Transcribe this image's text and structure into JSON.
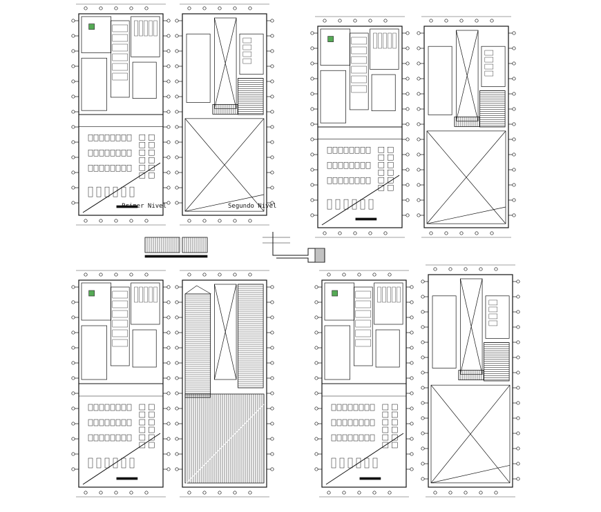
{
  "sheet": {
    "labels": {
      "first_level": "Primer Nivel",
      "second_level": "Segundo Nivel"
    },
    "plans": [
      {
        "id": "set-1-first-level",
        "kind": "floor",
        "labeled": true,
        "label_key": "first_level"
      },
      {
        "id": "set-1-second-level",
        "kind": "upper",
        "labeled": true,
        "label_key": "second_level"
      },
      {
        "id": "set-2-first-level",
        "kind": "floor",
        "labeled": false
      },
      {
        "id": "set-2-second-level",
        "kind": "upper",
        "labeled": false
      },
      {
        "id": "set-3-first-level",
        "kind": "floor",
        "labeled": false
      },
      {
        "id": "set-3-roof",
        "kind": "roof",
        "labeled": false
      },
      {
        "id": "set-4-first-level",
        "kind": "floor",
        "labeled": false
      },
      {
        "id": "set-4-second-level",
        "kind": "upper",
        "labeled": false
      }
    ],
    "details": [
      "wall-section-detail",
      "footing-detail"
    ],
    "colors": {
      "ink": "#111111",
      "hatch": "#333333",
      "paper": "#ffffff"
    }
  }
}
